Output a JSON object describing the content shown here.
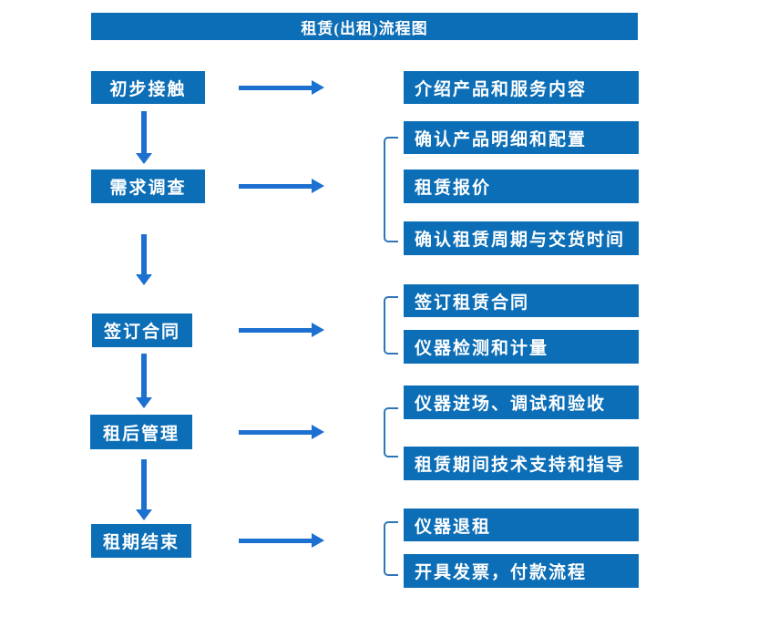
{
  "title": "租赁(出租)流程图",
  "colors": {
    "box_fill": "#0C6EB6",
    "arrow": "#1C70D0",
    "bracket": "#2E75B6",
    "text": "#FFFFFF",
    "background": "#FFFFFF"
  },
  "stages": [
    {
      "label": "初步接触",
      "outputs": [
        "介绍产品和服务内容"
      ]
    },
    {
      "label": "需求调查",
      "outputs": [
        "确认产品明细和配置",
        "租赁报价",
        "确认租赁周期与交货时间"
      ]
    },
    {
      "label": "签订合同",
      "outputs": [
        "签订租赁合同",
        "仪器检测和计量"
      ]
    },
    {
      "label": "租后管理",
      "outputs": [
        "仪器进场、调试和验收",
        "租赁期间技术支持和指导"
      ]
    },
    {
      "label": "租期结束",
      "outputs": [
        "仪器退租",
        "开具发票，付款流程"
      ]
    }
  ]
}
